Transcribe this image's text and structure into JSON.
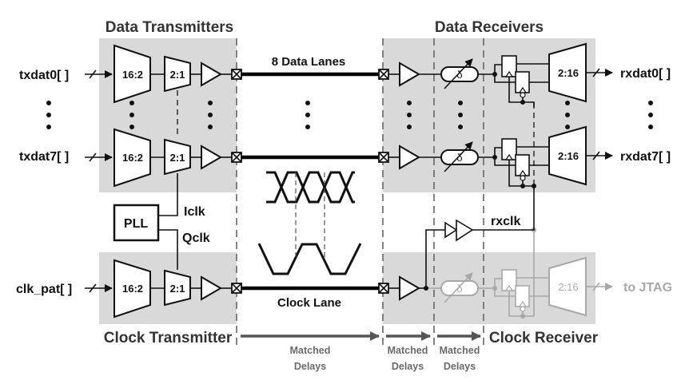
{
  "figure": {
    "sections": {
      "data_tx_title": "Data Transmitters",
      "data_rx_title": "Data Receivers",
      "clock_tx_title": "Clock Transmitter",
      "clock_rx_title": "Clock Receiver"
    },
    "inputs": {
      "txdat0": "txdat0[  ]",
      "txdat7": "txdat7[  ]",
      "clk_pat": "clk_pat[  ]"
    },
    "outputs": {
      "rxdat0": "rxdat0[  ]",
      "rxdat7": "rxdat7[  ]",
      "jtag": "to JTAG"
    },
    "blocks": {
      "serializer": "16:2",
      "mux": "2:1",
      "deserializer": "2:16",
      "delay": "δ",
      "pll": "PLL"
    },
    "clocks": {
      "iclk": "Iclk",
      "qclk": "Qclk",
      "rxclk": "rxclk"
    },
    "lanes": {
      "data": "8 Data Lanes",
      "clock": "Clock  Lane"
    },
    "matched_delays": [
      {
        "line1": "Matched",
        "line2": "Delays"
      },
      {
        "line1": "Matched",
        "line2": "Delays"
      },
      {
        "line1": "Matched",
        "line2": "Delays"
      }
    ],
    "colors": {
      "region": "#d9d9d9",
      "wire": "#111111",
      "inactive": "#a8a8a8",
      "annotation": "#6a6a6a"
    }
  }
}
